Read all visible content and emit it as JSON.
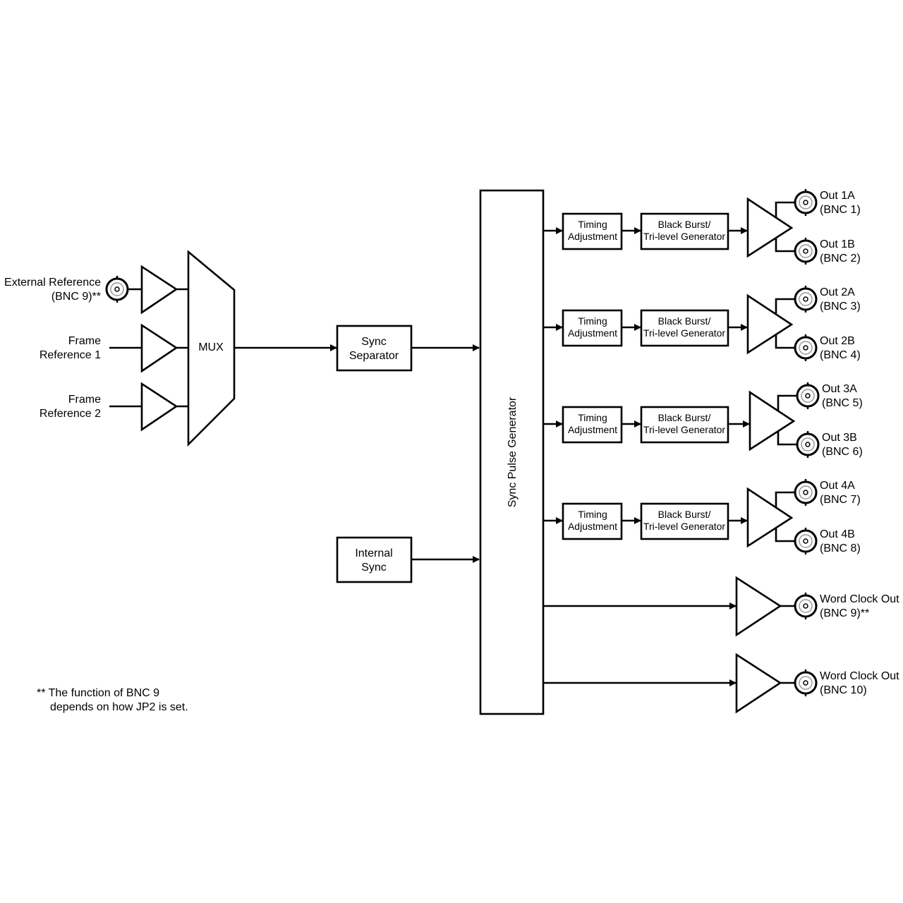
{
  "inputs": [
    {
      "line1": "External Reference",
      "line2": "(BNC 9)**",
      "connector": "bnc-icon"
    },
    {
      "line1": "Frame",
      "line2": "Reference 1"
    },
    {
      "line1": "Frame",
      "line2": "Reference 2"
    }
  ],
  "mux_label": "MUX",
  "sync_separator": {
    "line1": "Sync",
    "line2": "Separator"
  },
  "internal_sync": {
    "line1": "Internal",
    "line2": "Sync"
  },
  "sync_pulse_generator": "Sync Pulse Generator",
  "timing_adjustment": {
    "line1": "Timing",
    "line2": "Adjustment"
  },
  "black_burst": {
    "line1": "Black Burst/",
    "line2": "Tri-level Generator"
  },
  "output_groups": [
    {
      "a_label": "Out 1A",
      "a_bnc": "(BNC 1)",
      "b_label": "Out 1B",
      "b_bnc": "(BNC 2)"
    },
    {
      "a_label": "Out 2A",
      "a_bnc": "(BNC 3)",
      "b_label": "Out 2B",
      "b_bnc": "(BNC 4)"
    },
    {
      "a_label": "Out 3A",
      "a_bnc": "(BNC 5)",
      "b_label": "Out 3B",
      "b_bnc": "(BNC 6)"
    },
    {
      "a_label": "Out 4A",
      "a_bnc": "(BNC 7)",
      "b_label": "Out 4B",
      "b_bnc": "(BNC 8)"
    }
  ],
  "word_clock_outputs": [
    {
      "line1": "Word Clock Out",
      "line2": "(BNC 9)**"
    },
    {
      "line1": "Word Clock Out",
      "line2": "(BNC 10)"
    }
  ],
  "footnote": {
    "line1": "** The function of BNC 9",
    "line2": "depends on how JP2 is set."
  }
}
